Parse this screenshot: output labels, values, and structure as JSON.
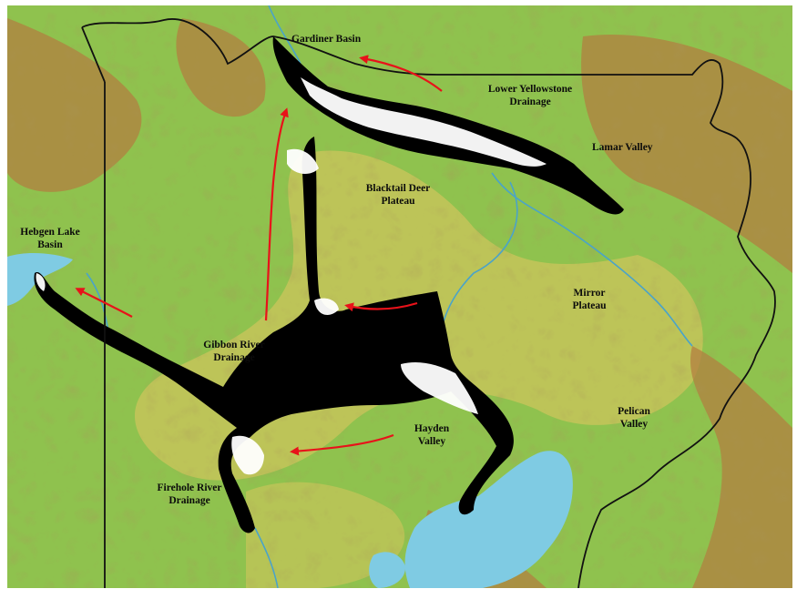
{
  "colors": {
    "lowland": "#8fc24e",
    "upland": "#c6c45a",
    "ridge": "#b47a3e",
    "water": "#7fcbe3",
    "river": "#4aa3c9",
    "range": "#000000",
    "boundary": "#111111",
    "arrow": "#e8121a",
    "border": "#ffffff"
  },
  "labels": [
    {
      "id": "gardiner-basin",
      "lines": [
        "Gardiner Basin"
      ]
    },
    {
      "id": "lower-yellowstone",
      "lines": [
        "Lower Yellowstone",
        "Drainage"
      ]
    },
    {
      "id": "lamar-valley",
      "lines": [
        "Lamar Valley"
      ]
    },
    {
      "id": "blacktail-deer",
      "lines": [
        "Blacktail Deer",
        "Plateau"
      ]
    },
    {
      "id": "hebgen-lake",
      "lines": [
        "Hebgen Lake",
        "Basin"
      ]
    },
    {
      "id": "mirror-plateau",
      "lines": [
        "Mirror",
        "Plateau"
      ]
    },
    {
      "id": "gibbon-river",
      "lines": [
        "Gibbon River",
        "Drainage"
      ]
    },
    {
      "id": "pelican-valley",
      "lines": [
        "Pelican",
        "Valley"
      ]
    },
    {
      "id": "hayden-valley",
      "lines": [
        "Hayden",
        "Valley"
      ]
    },
    {
      "id": "firehole-river",
      "lines": [
        "Firehole River",
        "Drainage"
      ]
    }
  ],
  "migration_arrows": [
    {
      "id": "arrow-to-gardiner",
      "from": "Lower Yellowstone Drainage",
      "to": "Gardiner Basin"
    },
    {
      "id": "arrow-gibbon-north",
      "from": "Gibbon River Drainage",
      "to": "Blacktail Deer Plateau"
    },
    {
      "id": "arrow-to-hebgen",
      "from": "Gibbon River Drainage",
      "to": "Hebgen Lake Basin"
    },
    {
      "id": "arrow-to-junction",
      "from": "Mirror Plateau",
      "to": "Gibbon River Drainage"
    },
    {
      "id": "arrow-to-firehole",
      "from": "Hayden Valley",
      "to": "Firehole River Drainage"
    }
  ]
}
